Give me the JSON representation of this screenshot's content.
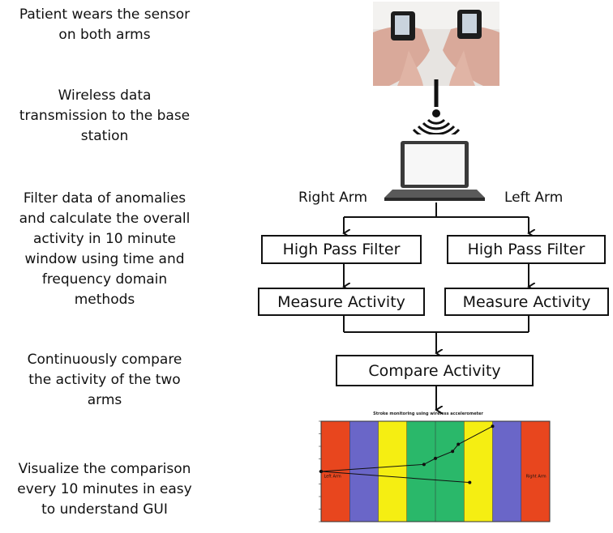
{
  "steps": [
    "Patient wears the sensor\non both arms",
    "Wireless data\ntransmission to the base\nstation",
    "Filter data of anomalies\nand calculate the overall\nactivity in 10 minute\nwindow using time and\nfrequency domain\nmethods",
    "Continuously compare\nthe activity of the two\narms",
    "Visualize the comparison\nevery 10 minutes in easy\nto understand GUI"
  ],
  "labels": {
    "right_arm": "Right Arm",
    "left_arm": "Left Arm",
    "high_pass_filter": "High Pass Filter",
    "measure_activity": "Measure Activity",
    "compare_activity": "Compare Activity"
  },
  "gui_chart": {
    "title": "Stroke monitoring using wireless accelerometer",
    "left_region_label": "Left Arm",
    "right_region_label": "Right Arm",
    "band_colors": [
      "#e8461e",
      "#6a66c8",
      "#f5ee12",
      "#2ab86a",
      "#2ab86a",
      "#f5ee12",
      "#6a66c8",
      "#e8461e"
    ],
    "band_values": [
      -1,
      -0.75,
      -0.5,
      -0.25,
      0,
      0.25,
      0.5,
      0.75,
      1
    ],
    "series": [
      {
        "points": [
          [
            -1,
            0.5
          ],
          [
            -0.1,
            0.57
          ],
          [
            0,
            0.63
          ],
          [
            0.15,
            0.7
          ],
          [
            0.2,
            0.77
          ],
          [
            0.5,
            0.95
          ]
        ]
      },
      {
        "points": [
          [
            -1,
            0.5
          ],
          [
            0.3,
            0.39
          ]
        ]
      }
    ]
  },
  "colors": {
    "ink": "#111111",
    "chart_grid": "#333333"
  }
}
